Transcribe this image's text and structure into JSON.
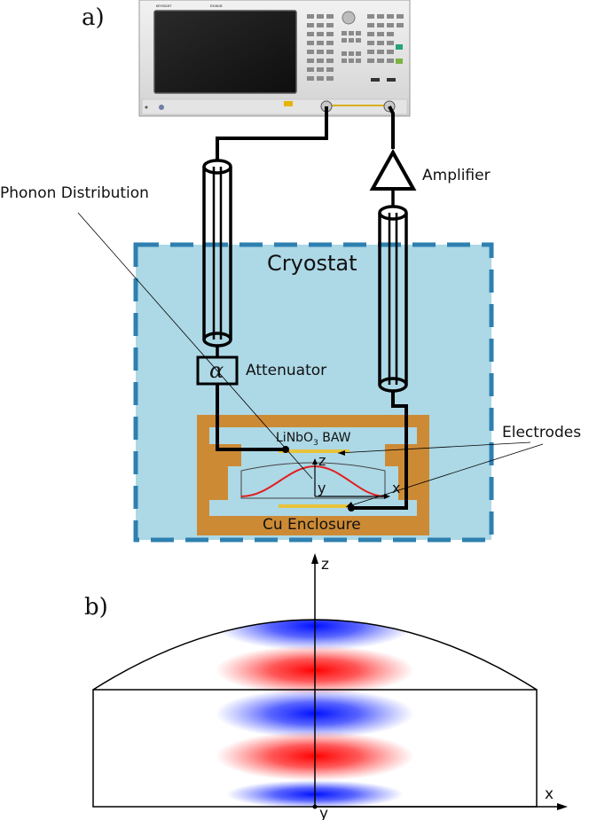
{
  "panel_a": {
    "label": "a)",
    "cryostat_label": "Cryostat",
    "amplifier_label": "Amplifier",
    "attenuator_label": "Attenuator",
    "attenuator_symbol": "α",
    "phonon_label": "Phonon Distribution",
    "electrodes_label": "Electrodes",
    "baw_label_main": "LiNbO",
    "baw_label_sub": "3",
    "baw_label_tail": " BAW",
    "enclosure_label": "Cu Enclosure",
    "axis_z": "z",
    "axis_y": "y",
    "axis_x": "x",
    "instrument": {
      "brand": "KEYSIGHT",
      "model": "E5061B"
    }
  },
  "panel_b": {
    "label": "b)",
    "axis_z": "z",
    "axis_x": "x",
    "axis_y": "y"
  },
  "colors": {
    "cryostat_fill": "#add8e6",
    "cryostat_border": "#2e80b0",
    "enclosure": "#cd8a35",
    "electrode": "#e8c23a",
    "phonon_curve": "#e02020",
    "mode_red": "#ff0000",
    "mode_blue": "#0010ff"
  }
}
